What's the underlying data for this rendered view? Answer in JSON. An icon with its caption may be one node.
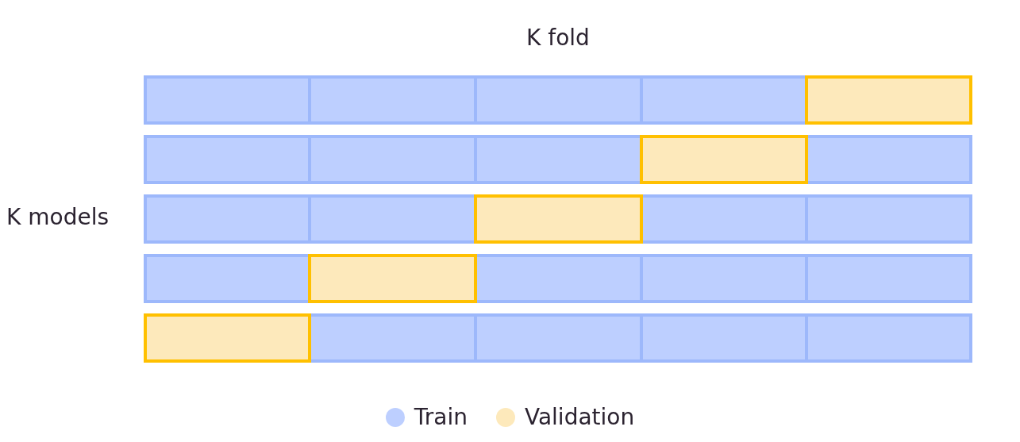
{
  "diagram": {
    "title": "K fold",
    "labels": [
      "K models"
    ],
    "legend": [
      {
        "text": "Train",
        "color": "#bdcfff"
      },
      {
        "text": "Validation",
        "color": "#fde9bb"
      }
    ]
  }
}
